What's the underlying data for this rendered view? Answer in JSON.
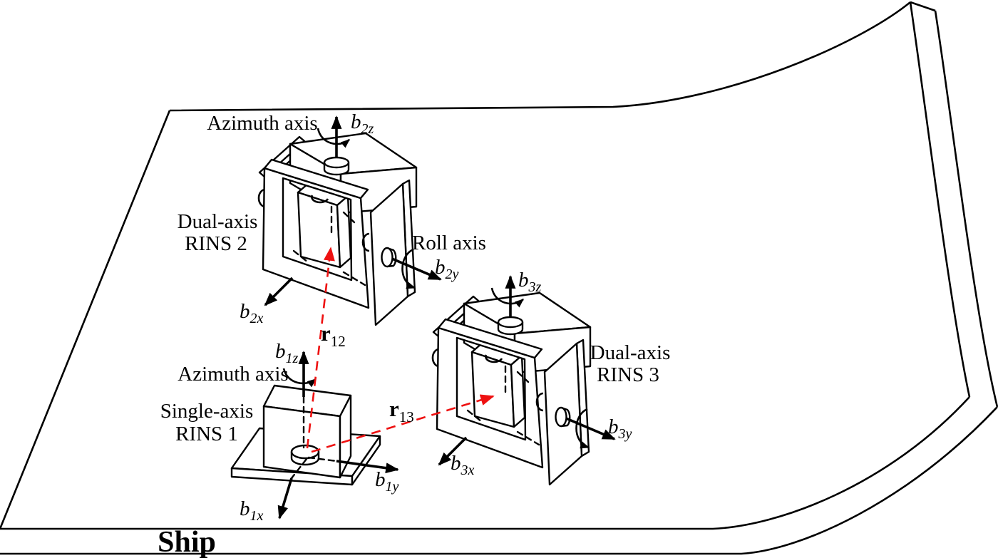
{
  "diagram": {
    "ship": {
      "label": "Ship"
    },
    "rins1": {
      "line1": "Single-axis",
      "line2": "RINS 1",
      "azimuth": "Azimuth axis"
    },
    "rins2": {
      "line1": "Dual-axis",
      "line2": "RINS 2",
      "azimuth": "Azimuth axis",
      "roll": "Roll axis"
    },
    "rins3": {
      "line1": "Dual-axis",
      "line2": "RINS 3"
    },
    "axes": {
      "b1x": {
        "base": "b",
        "sub": "1x"
      },
      "b1y": {
        "base": "b",
        "sub": "1y"
      },
      "b1z": {
        "base": "b",
        "sub": "1z"
      },
      "b2x": {
        "base": "b",
        "sub": "2x"
      },
      "b2y": {
        "base": "b",
        "sub": "2y"
      },
      "b2z": {
        "base": "b",
        "sub": "2z"
      },
      "b3x": {
        "base": "b",
        "sub": "3x"
      },
      "b3y": {
        "base": "b",
        "sub": "3y"
      },
      "b3z": {
        "base": "b",
        "sub": "3z"
      }
    },
    "vectors": {
      "r12": {
        "base": "r",
        "sub": "12"
      },
      "r13": {
        "base": "r",
        "sub": "13"
      }
    },
    "colors": {
      "diagram_line": "#000000",
      "relative_position_vector": "#ee1111"
    }
  }
}
